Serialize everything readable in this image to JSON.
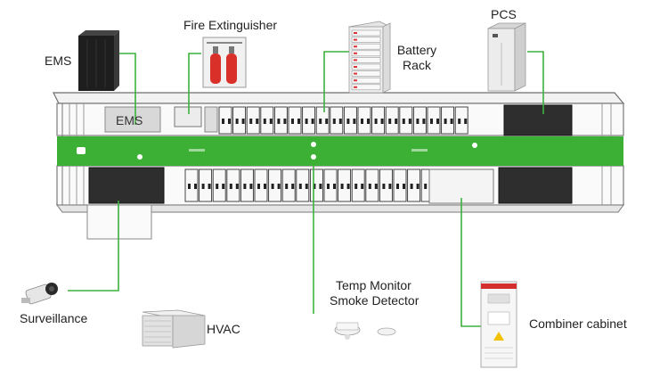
{
  "labels": {
    "ems": "EMS",
    "fire_extinguisher": "Fire Extinguisher",
    "battery_rack_line1": "Battery",
    "battery_rack_line2": "Rack",
    "pcs": "PCS",
    "surveillance": "Surveillance",
    "hvac": "HVAC",
    "temp_monitor": "Temp Monitor",
    "smoke_detector": "Smoke Detector",
    "combiner_cabinet": "Combiner cabinet",
    "ems_panel": "EMS"
  },
  "colors": {
    "connector": "#3db03d",
    "band": "#3cb034",
    "container_outline": "#6e6e6e",
    "dark_unit": "#2e2e2e"
  }
}
